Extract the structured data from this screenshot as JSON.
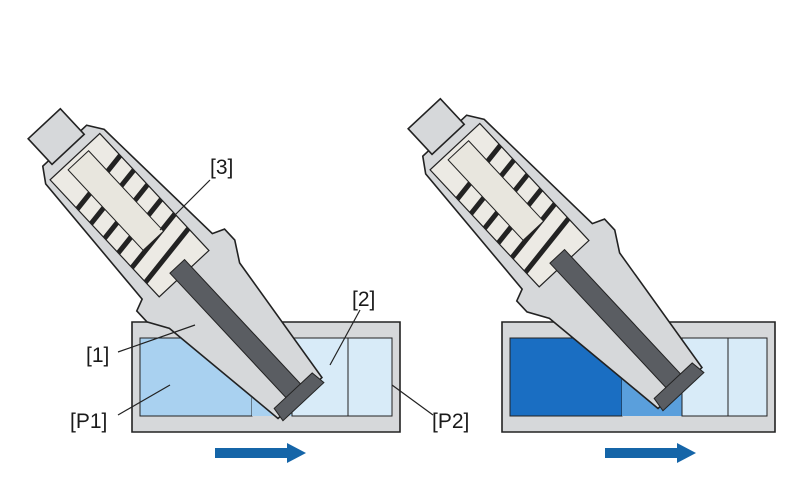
{
  "title": "Y-pattern pressure reducing valve cross-section",
  "labels": {
    "l3": "[3]",
    "l2": "[2]",
    "l1": "[1]",
    "p1": "[P1]",
    "p2": "[P2]"
  },
  "colors": {
    "inlet_light": "#a9d1f0",
    "outlet_light": "#d8ebf8",
    "inlet_dark": "#1a6ec2",
    "arrow": "#1565a8",
    "body": "#d6d8da",
    "plug": "#5a5d62"
  },
  "panels": [
    {
      "state": "closed"
    },
    {
      "state": "open"
    }
  ]
}
